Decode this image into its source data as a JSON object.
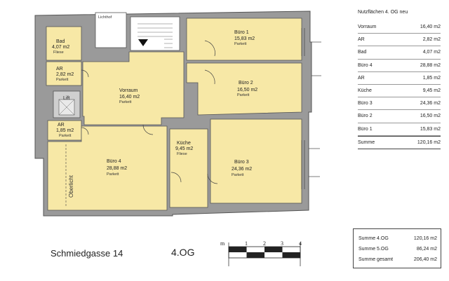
{
  "address": "Schmiedgasse 14",
  "floor_label": "4.OG",
  "lichtschacht_label": "Lichthof",
  "lift_label": "Lift",
  "oberlicht_label": "Oberlicht",
  "rooms": {
    "bad": {
      "name": "Bad",
      "area": "4,07 m2",
      "floor": "Fliese"
    },
    "ar_upper": {
      "name": "AR",
      "area": "2,82 m2",
      "floor": "Parkett"
    },
    "ar_lower": {
      "name": "AR",
      "area": "1,85 m2",
      "floor": "Parkett"
    },
    "vorraum": {
      "name": "Vorraum",
      "area": "16,40 m2",
      "floor": "Parkett"
    },
    "buero1": {
      "name": "Büro 1",
      "area": "15,83 m2",
      "floor": "Parkett"
    },
    "buero2": {
      "name": "Büro 2",
      "area": "16,50 m2",
      "floor": "Parkett"
    },
    "buero3": {
      "name": "Büro 3",
      "area": "24,36 m2",
      "floor": "Parkett"
    },
    "buero4": {
      "name": "Büro 4",
      "area": "28,88 m2",
      "floor": "Parkett"
    },
    "kueche": {
      "name": "Küche",
      "area": "9,45 m2",
      "floor": "Fliese"
    }
  },
  "summary": {
    "title": "Nutzflächen 4. OG neu",
    "rows": [
      {
        "label": "Vorraum",
        "value": "16,40 m2"
      },
      {
        "label": "AR",
        "value": "2,82 m2"
      },
      {
        "label": "Bad",
        "value": "4,07 m2"
      },
      {
        "label": "Büro 4",
        "value": "28,88 m2"
      },
      {
        "label": "AR",
        "value": "1,85 m2"
      },
      {
        "label": "Küche",
        "value": "9,45 m2"
      },
      {
        "label": "Büro 3",
        "value": "24,36 m2"
      },
      {
        "label": "Büro 2",
        "value": "16,50 m2"
      },
      {
        "label": "Büro 1",
        "value": "15,83 m2"
      }
    ],
    "total": {
      "label": "Summe",
      "value": "120,16 m2"
    }
  },
  "totals": [
    {
      "label": "Summe 4.OG",
      "value": "120,16 m2"
    },
    {
      "label": "Summe 5.OG",
      "value": "86,24 m2"
    },
    {
      "label": "Summe gesamt",
      "value": "206,40 m2"
    }
  ],
  "scale": {
    "unit": "m",
    "ticks": [
      "1",
      "2",
      "3",
      "4"
    ]
  },
  "colors": {
    "room_fill": "#f7e8a6",
    "wall": "#9a9a9a"
  }
}
